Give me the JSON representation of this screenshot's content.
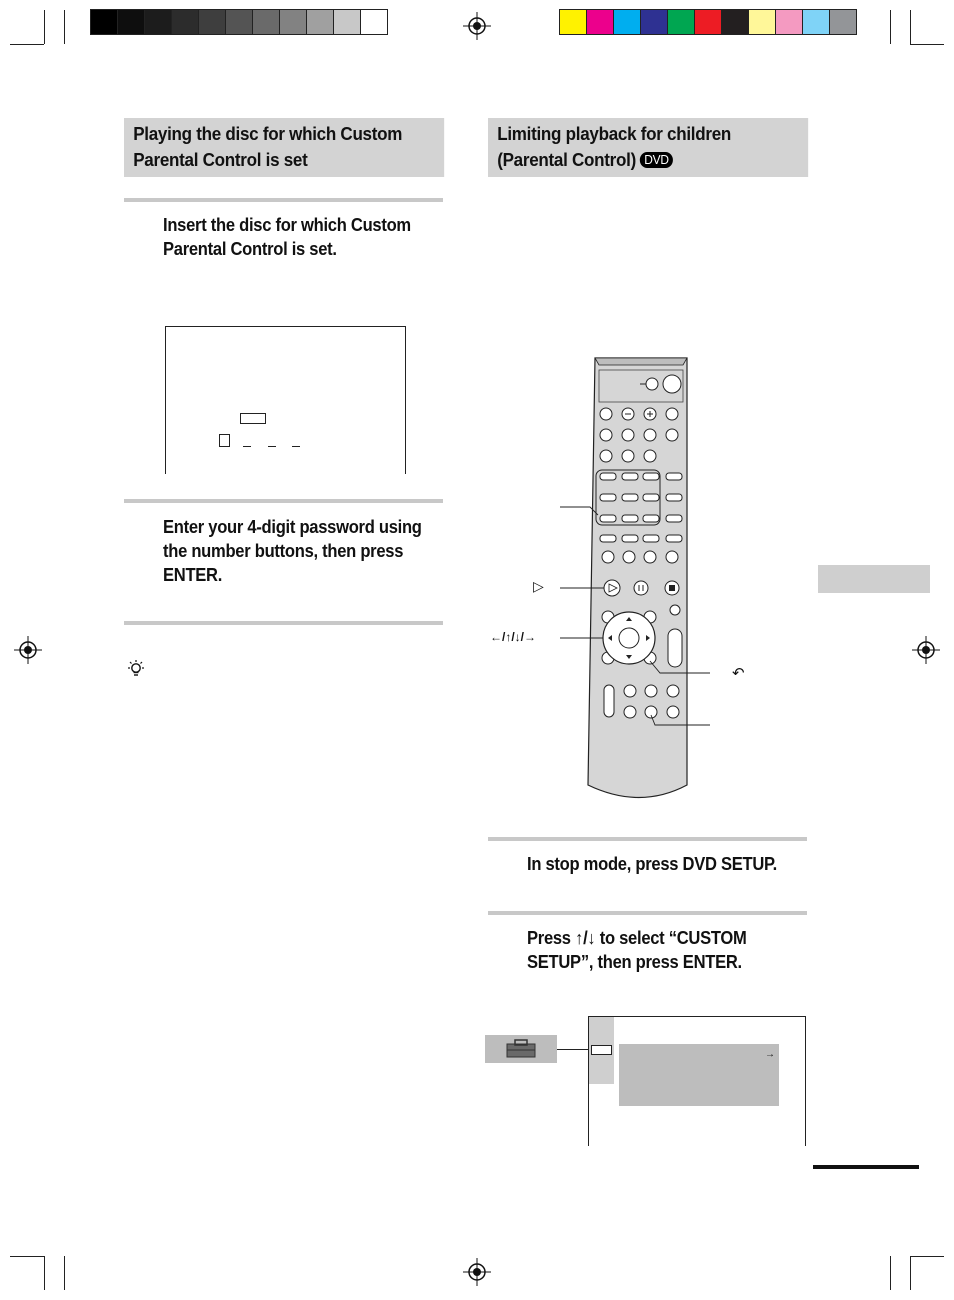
{
  "left_column": {
    "header": {
      "line1": "Playing the disc for which Custom",
      "line2": "Parental Control is set"
    },
    "step1": {
      "line1": "Insert the disc for which Custom",
      "line2": "Parental Control is set."
    },
    "step2": {
      "line1": "Enter your 4-digit password using",
      "line2": "the number buttons, then press",
      "line3": "ENTER."
    },
    "tip_icon": "lightbulb-hint-icon"
  },
  "right_column": {
    "header": {
      "line1": "Limiting playback for children",
      "line2": "(Parental Control)",
      "badge": "DVD"
    },
    "remote_labels": {
      "play": "▷",
      "arrows": "←/↑/↓/→",
      "return": "↶"
    },
    "step1": {
      "line1": "In stop mode, press DVD SETUP."
    },
    "step2": {
      "line1": "Press ↑/↓ to select “CUSTOM",
      "line2": "SETUP”, then press ENTER."
    },
    "setup_menu_arrow": "→"
  },
  "colors": {
    "header_bg": "#d3d3d3",
    "rule": "#c8c8c8",
    "side_tab": "#cfcfcf",
    "remote_body": "#d6d6d6"
  }
}
